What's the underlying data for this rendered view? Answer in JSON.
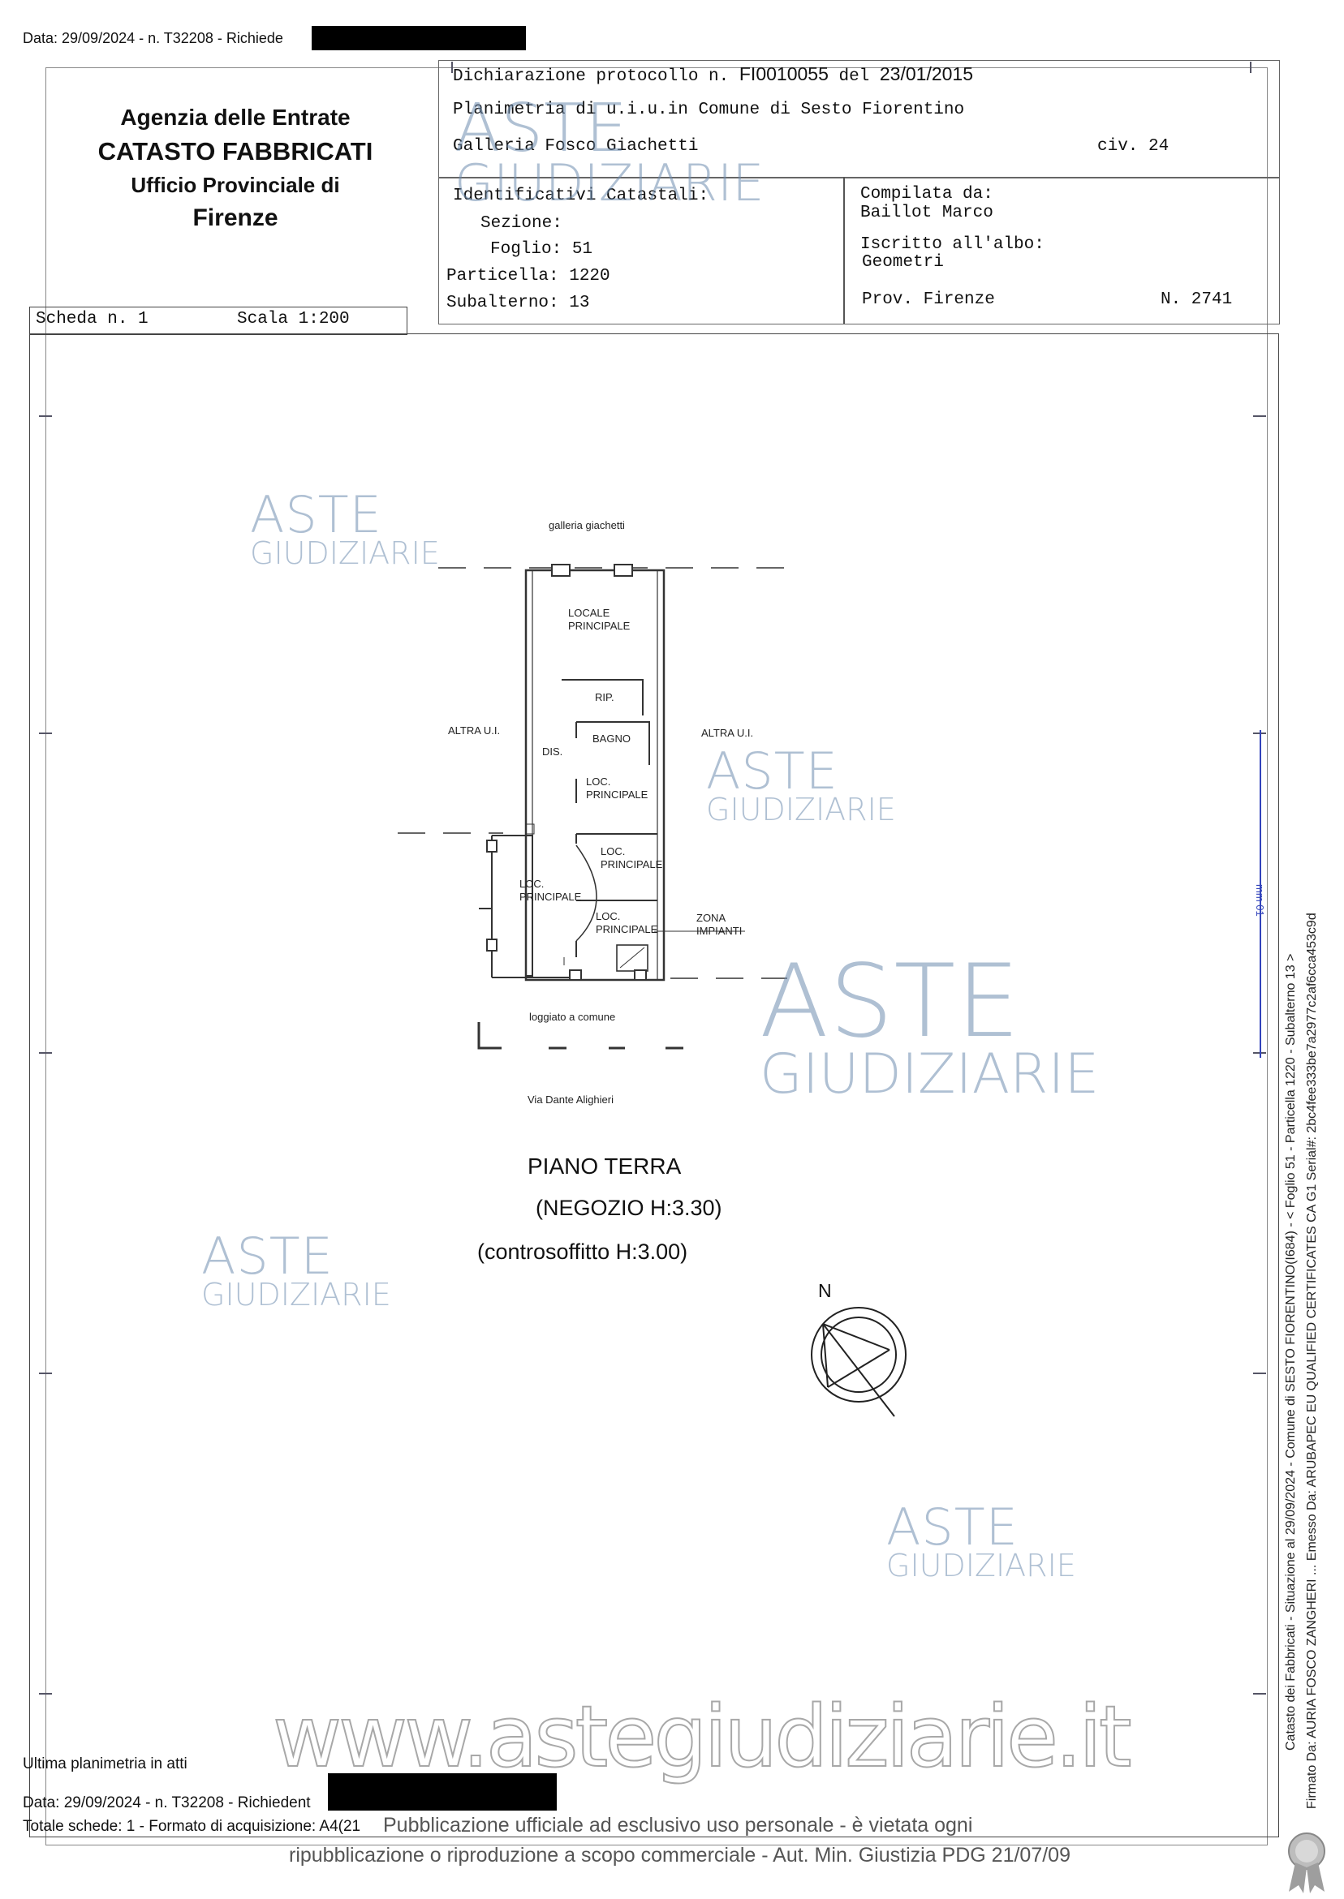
{
  "top_line": {
    "text": "Data: 29/09/2024 - n. T32208 - Richiede"
  },
  "agency": {
    "line1": "Agenzia delle Entrate",
    "line2": "CATASTO FABBRICATI",
    "line3": "Ufficio Provinciale di",
    "line4": "Firenze"
  },
  "declaration": {
    "protocol_prefix": "Dichiarazione protocollo n.",
    "protocol_number": "FI0010055",
    "date_prefix": "del",
    "date": "23/01/2015",
    "planimetry": "Planimetria di u.i.u.in Comune di Sesto Fiorentino",
    "street": "Galleria Fosco Giachetti",
    "civ": "civ. 24"
  },
  "identifiers": {
    "title": "Identificativi Catastali:",
    "sezione": "Sezione:",
    "foglio": "Foglio: 51",
    "particella": "Particella: 1220",
    "subalterno": "Subalterno: 13"
  },
  "compiler": {
    "label": "Compilata da:",
    "name": "Baillot Marco",
    "albo_label": "Iscritto all'albo:",
    "albo": "Geometri",
    "prov": "Prov. Firenze",
    "number": "N. 2741"
  },
  "scheda": {
    "scheda": "Scheda n. 1",
    "scala": "Scala 1:200"
  },
  "plan": {
    "street_top": "galleria giachetti",
    "locale_principale": "LOCALE\nPRINCIPALE",
    "rip": "RIP.",
    "bagno": "BAGNO",
    "dis": "DIS.",
    "loc_principale_1": "LOC.\nPRINCIPALE",
    "loc_principale_2": "LOC.\nPRINCIPALE",
    "loc_principale_3": "LOC.\nPRINCIPALE",
    "loc_principale_4": "LOC.\nPRINCIPALE",
    "zona_impianti": "ZONA\nIMPIANTI",
    "altra_left": "ALTRA U.I.",
    "altra_right": "ALTRA U.I.",
    "loggiato": "loggiato a comune",
    "via": "Via Dante Alighieri",
    "floor_title": "PIANO TERRA",
    "floor_sub": "(NEGOZIO H:3.30)",
    "floor_sub2": "(controsoffitto H:3.00)",
    "north": "N"
  },
  "watermark": {
    "line1": "ASTE",
    "line2": "GIUDIZIARIE",
    "site": "www.astegiudiziarie.it"
  },
  "side_text": {
    "line1": "Catasto dei Fabbricati - Situazione al 29/09/2024 - Comune di SESTO FIORENTINO(I684) - < Foglio 51 - Particella 1220 - Subalterno 13 >",
    "line2": "Firmato Da: AURIA FOSCO ZANGHERI ... Emesso Da: ARUBAPEC EU QUALIFIED CERTIFICATES CA G1 Serial#: 2bc4fee333be7a2977c2af6cca453c9d",
    "stamp": "mm 01"
  },
  "footer": {
    "last": "Ultima planimetria in atti",
    "data": "Data: 29/09/2024 - n. T32208 - Richiedent",
    "totale": "Totale schede: 1 - Formato di acquisizione: A4(21",
    "pub1": "Pubblicazione ufficiale ad esclusivo uso personale - è vietata ogni",
    "pub2": "ripubblicazione o riproduzione a scopo commerciale - Aut. Min. Giustizia PDG 21/07/09"
  }
}
